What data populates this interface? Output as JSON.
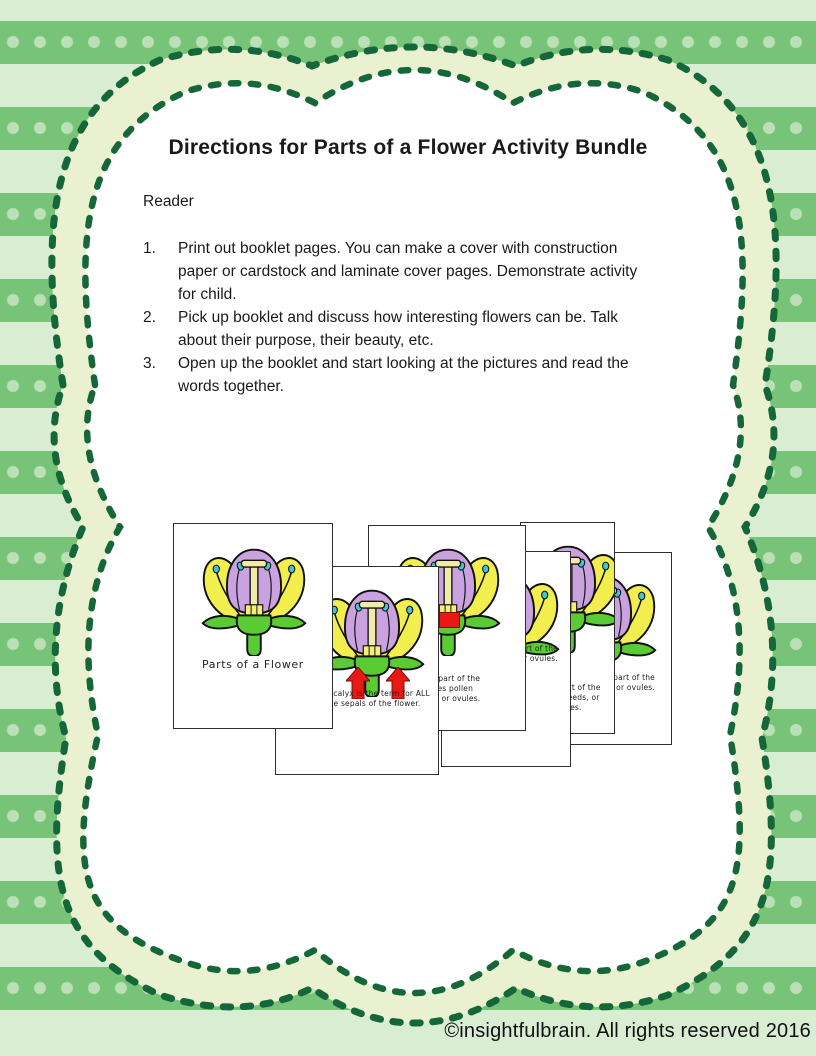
{
  "page": {
    "title": "Directions for Parts of a Flower Activity Bundle",
    "audience_label": "Reader",
    "steps": [
      {
        "num": "1.",
        "text": "Print out booklet pages. You can make a cover with construction paper or cardstock and laminate cover pages. Demonstrate activity for child."
      },
      {
        "num": "2.",
        "text": "Pick up booklet and discuss how interesting flowers can be. Talk about their purpose, their beauty, etc."
      },
      {
        "num": "3.",
        "text": "Open up the booklet and start looking at the pictures and read the words together."
      }
    ],
    "copyright": "©insightfulbrain. All rights reserved 2016"
  },
  "cards": [
    {
      "id": "cover-card",
      "caption_lines": [
        "Parts of a Flower"
      ]
    },
    {
      "id": "calyx-card",
      "caption_lines": [
        "The calyx is the term for ALL",
        "the sepals of the flower."
      ]
    },
    {
      "id": "booklet-card-3",
      "caption_lines": [
        "is the part of the",
        "makes pollen",
        "seeds, or ovules."
      ]
    },
    {
      "id": "booklet-card-4",
      "caption_lines": [
        "is the part of the",
        "seeds, or ovules."
      ]
    },
    {
      "id": "booklet-card-5",
      "caption_lines": [
        "is the part of the",
        "makes seeds, or ovules."
      ]
    },
    {
      "id": "booklet-card-6",
      "caption_lines": [
        "part of the",
        "or ovules."
      ]
    }
  ],
  "colors": {
    "stripe_dark": "#77C378",
    "stripe_light": "#D9EDD3",
    "stripe_dot": "#BCE0B6",
    "frame_fill": "#EAF1D0",
    "frame_dash": "#15673A",
    "petal_yellow": "#F2EE4E",
    "dome_purple": "#C9A2DF",
    "leaf_green": "#5BCB33",
    "anther_teal": "#3EC6D2",
    "style_cream": "#F1EBA8",
    "arrow_red": "#E81815"
  }
}
